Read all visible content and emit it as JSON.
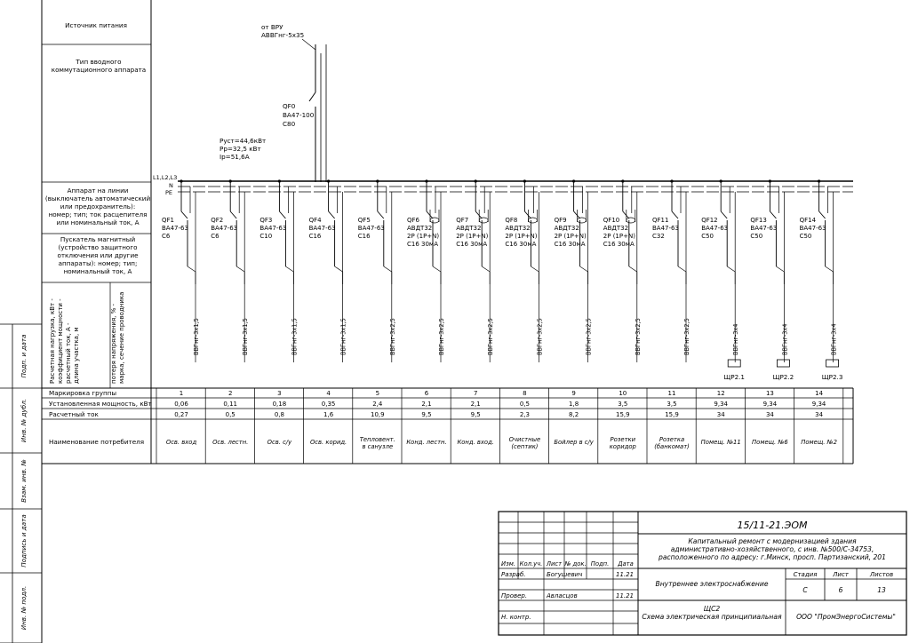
{
  "left_headers": {
    "source": "Источник питания",
    "input_device": [
      "Тип вводного",
      "коммутационного аппарата"
    ],
    "line_device": [
      "Аппарат на линии",
      "(выключатель автоматический",
      "или предохранитель):",
      "номер; тип; ток расцепителя",
      "или номинальный ток, А"
    ],
    "starter": [
      "Пускатель магнитный",
      "(устройство защитного",
      "отключения или другие",
      "аппараты): номер; тип;",
      "номинальный ток, А"
    ],
    "rot_load": [
      "Расчетная нагрузка, кВт -",
      "коэффициент мощности -",
      "расчетный ток, А -",
      "длина участка, м"
    ],
    "rot_loss": [
      "потеря напряжения, % -",
      "марка, сечение проводника"
    ],
    "group": "Маркировка группы",
    "power": "Установленная мощность, кВт",
    "current": "Расчетный ток",
    "consumer": "Наименование потребителя"
  },
  "side_stamp": [
    "Подп. и дата",
    "Инв. № дубл.",
    "Взам. инв. №",
    "Подпись и дата",
    "Инв. № подл."
  ],
  "feed": {
    "from": "от ВРУ",
    "cable": "АВВГнг-5х35",
    "qf": "QF0",
    "type": "ВА47-100",
    "rating": "С80",
    "pust": "Руст=44,6кВт",
    "pr": "Рр=32,5 кВт",
    "ip": "Iр=51,6А"
  },
  "bus": {
    "l": "L1,L2,L3",
    "n": "N",
    "pe": "PE"
  },
  "feeders": [
    {
      "qf": "QF1",
      "t1": "ВА47-63",
      "t2": "С6",
      "t3": "",
      "cable": "ВВГнг-3х1,5",
      "group": "1",
      "power": "0,06",
      "current": "0,27",
      "name": [
        "Осв. вход"
      ],
      "panel": ""
    },
    {
      "qf": "QF2",
      "t1": "ВА47-63",
      "t2": "С6",
      "t3": "",
      "cable": "ВВГнг-3х1,5",
      "group": "2",
      "power": "0,11",
      "current": "0,5",
      "name": [
        "Осв. лестн."
      ],
      "panel": ""
    },
    {
      "qf": "QF3",
      "t1": "ВА47-63",
      "t2": "С10",
      "t3": "",
      "cable": "ВВГнг-3х1,5",
      "group": "3",
      "power": "0,18",
      "current": "0,8",
      "name": [
        "Осв. с/у"
      ],
      "panel": ""
    },
    {
      "qf": "QF4",
      "t1": "ВА47-63",
      "t2": "С16",
      "t3": "",
      "cable": "ВВГнг-3х1,5",
      "group": "4",
      "power": "0,35",
      "current": "1,6",
      "name": [
        "Осв. корид."
      ],
      "panel": ""
    },
    {
      "qf": "QF5",
      "t1": "ВА47-63",
      "t2": "С16",
      "t3": "",
      "cable": "ВВГнг-3х2,5",
      "group": "5",
      "power": "2,4",
      "current": "10,9",
      "name": [
        "Тепловент.",
        "в санузле"
      ],
      "panel": ""
    },
    {
      "qf": "QF6",
      "t1": "АВДТ32",
      "t2": "2Р (1Р+N)",
      "t3": "С16 30мА",
      "cable": "ВВГнг-3х2,5",
      "group": "6",
      "power": "2,1",
      "current": "9,5",
      "name": [
        "Конд. лестн."
      ],
      "panel": ""
    },
    {
      "qf": "QF7",
      "t1": "АВДТ32",
      "t2": "2Р (1Р+N)",
      "t3": "С16 30мА",
      "cable": "ВВГнг-3х2,5",
      "group": "7",
      "power": "2,1",
      "current": "9,5",
      "name": [
        "Конд. вход."
      ],
      "panel": ""
    },
    {
      "qf": "QF8",
      "t1": "АВДТ32",
      "t2": "2Р (1Р+N)",
      "t3": "С16 30мА",
      "cable": "ВВГнг-3х2,5",
      "group": "8",
      "power": "0,5",
      "current": "2,3",
      "name": [
        "Очистные",
        "(септик)"
      ],
      "panel": ""
    },
    {
      "qf": "QF9",
      "t1": "АВДТ32",
      "t2": "2Р (1Р+N)",
      "t3": "С16 30мА",
      "cable": "ВВГнг-3х2,5",
      "group": "9",
      "power": "1,8",
      "current": "8,2",
      "name": [
        "Бойлер в с/у"
      ],
      "panel": ""
    },
    {
      "qf": "QF10",
      "t1": "АВДТ32",
      "t2": "2Р (1Р+N)",
      "t3": "С16 30мА",
      "cable": "ВВГнг-3х2,5",
      "group": "10",
      "power": "3,5",
      "current": "15,9",
      "name": [
        "Розетки",
        "коридор"
      ],
      "panel": ""
    },
    {
      "qf": "QF11",
      "t1": "ВА47-63",
      "t2": "С32",
      "t3": "",
      "cable": "ВВГнг-3х2,5",
      "group": "11",
      "power": "3,5",
      "current": "15,9",
      "name": [
        "Розетка",
        "(банкомат)"
      ],
      "panel": ""
    },
    {
      "qf": "QF12",
      "t1": "ВА47-63",
      "t2": "С50",
      "t3": "",
      "cable": "ВВГнг-3х4",
      "group": "12",
      "power": "9,34",
      "current": "34",
      "name": [
        "Помещ. №11"
      ],
      "panel": "ЩР2.1"
    },
    {
      "qf": "QF13",
      "t1": "ВА47-63",
      "t2": "С50",
      "t3": "",
      "cable": "ВВГнг-3х4",
      "group": "13",
      "power": "9,34",
      "current": "34",
      "name": [
        "Помещ. №6"
      ],
      "panel": "ЩР2.2"
    },
    {
      "qf": "QF14",
      "t1": "ВА47-63",
      "t2": "С50",
      "t3": "",
      "cable": "ВВГнг-3х4",
      "group": "14",
      "power": "9,34",
      "current": "34",
      "name": [
        "Помещ. №2"
      ],
      "panel": "ЩР2.3"
    }
  ],
  "title_block": {
    "code": "15/11-21.ЭОМ",
    "project": [
      "Капитальный ремонт с модернизацией здания",
      "административно-хозяйственного, с инв. №500/С-34753,",
      "расположенного по адресу: г.Минск, просп. Партизанский, 201"
    ],
    "headers": [
      "Изм.",
      "Кол.уч.",
      "Лист",
      "№ док.",
      "Подп.",
      "Дата"
    ],
    "rows": [
      {
        "role": "Разраб.",
        "name": "Богушевич",
        "date": "11.21"
      },
      {
        "role": "Провер.",
        "name": "Авласцов",
        "date": "11.21"
      },
      {
        "role": "Н. контр.",
        "name": "",
        "date": ""
      }
    ],
    "section": "Внутреннее электроснабжение",
    "stage_label": "Стадия",
    "sheet_label": "Лист",
    "sheets_label": "Листов",
    "stage": "С",
    "sheet": "6",
    "sheets": "13",
    "doc_title": [
      "ЩС2",
      "Схема электрическая принципиальная"
    ],
    "company": "ООО \"ПромЭнергоСистемы\""
  }
}
